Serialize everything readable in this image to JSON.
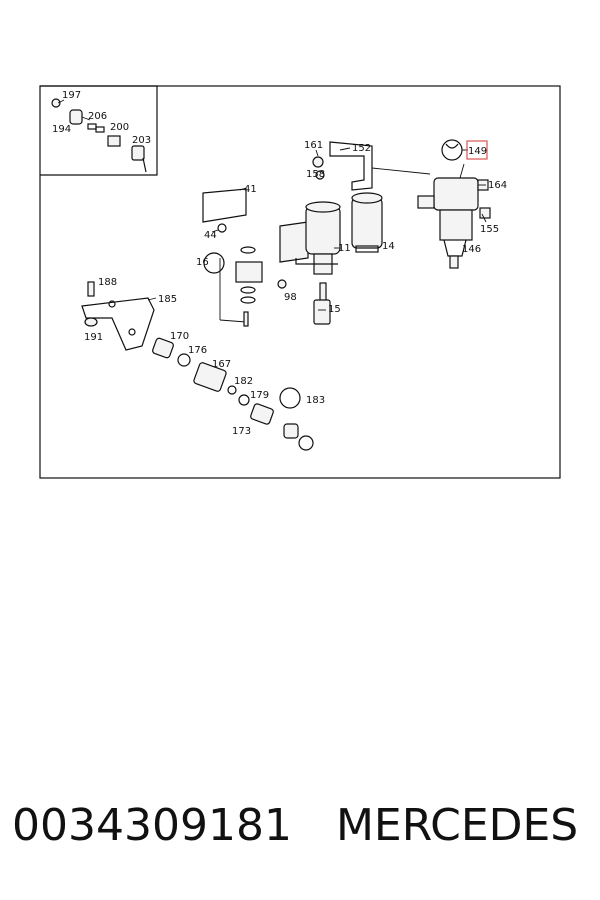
{
  "callouts": [
    {
      "id": "c197",
      "text": "197"
    },
    {
      "id": "c206",
      "text": "206"
    },
    {
      "id": "c194",
      "text": "194"
    },
    {
      "id": "c200",
      "text": "200"
    },
    {
      "id": "c203",
      "text": "203"
    },
    {
      "id": "c161",
      "text": "161"
    },
    {
      "id": "c152",
      "text": "152"
    },
    {
      "id": "c158",
      "text": "158"
    },
    {
      "id": "c149",
      "text": "149",
      "highlighted": true
    },
    {
      "id": "c164",
      "text": "164"
    },
    {
      "id": "c155",
      "text": "155"
    },
    {
      "id": "c146",
      "text": "146"
    },
    {
      "id": "c41",
      "text": "41"
    },
    {
      "id": "c44",
      "text": "44"
    },
    {
      "id": "c11",
      "text": "11"
    },
    {
      "id": "c14",
      "text": "14"
    },
    {
      "id": "c16",
      "text": "16"
    },
    {
      "id": "c98",
      "text": "98"
    },
    {
      "id": "c15",
      "text": "15"
    },
    {
      "id": "c188",
      "text": "188"
    },
    {
      "id": "c185",
      "text": "185"
    },
    {
      "id": "c191",
      "text": "191"
    },
    {
      "id": "c170",
      "text": "170"
    },
    {
      "id": "c176",
      "text": "176"
    },
    {
      "id": "c167",
      "text": "167"
    },
    {
      "id": "c182",
      "text": "182"
    },
    {
      "id": "c179",
      "text": "179"
    },
    {
      "id": "c173",
      "text": "173"
    },
    {
      "id": "c183",
      "text": "183"
    }
  ],
  "caption": {
    "part_number": "0034309181",
    "brand": "MERCEDES"
  },
  "colors": {
    "highlight": "#d9534f",
    "line": "#111111"
  }
}
